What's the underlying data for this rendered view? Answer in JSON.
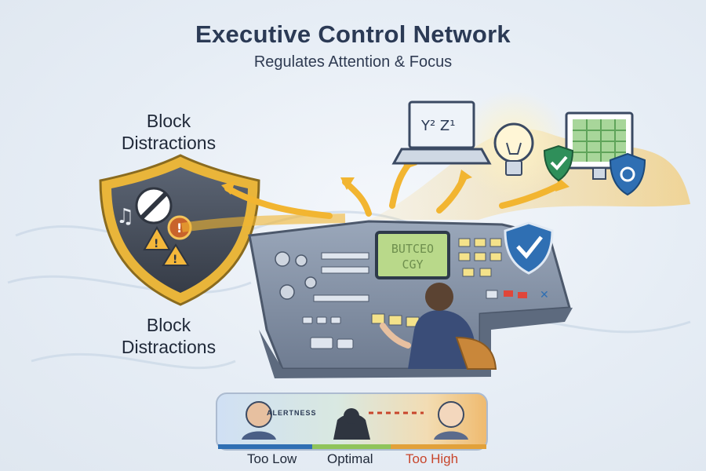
{
  "header": {
    "title": "Executive Control Network",
    "subtitle": "Regulates Attention & Focus"
  },
  "left_labels": {
    "top": [
      "Block",
      "Distractions"
    ],
    "bottom": [
      "Block",
      "Distractions"
    ]
  },
  "console_screen_text": [
    "BUTCEO",
    "CGY"
  ],
  "laptop_screen_text": "Y² Z¹",
  "alertness_bar": {
    "label": "ALERTNESS",
    "scale": [
      "Too Low",
      "Optimal",
      "Too High"
    ]
  },
  "colors": {
    "title": "#2b3a55",
    "shield_gold": "#e9b53a",
    "shield_dark": "#4a5260",
    "console_screen": "#b9d98a",
    "arrow": "#f2b531",
    "check_green": "#2f8f5a",
    "check_blue": "#2f6fb3",
    "too_high": "#c8462c"
  },
  "icons": [
    "shield-icon",
    "no-entry-icon",
    "music-note-icon",
    "warning-icon",
    "alarm-icon",
    "laptop-icon",
    "lightbulb-icon",
    "monitor-icon",
    "shield-check-icon",
    "refresh-shield-icon"
  ]
}
